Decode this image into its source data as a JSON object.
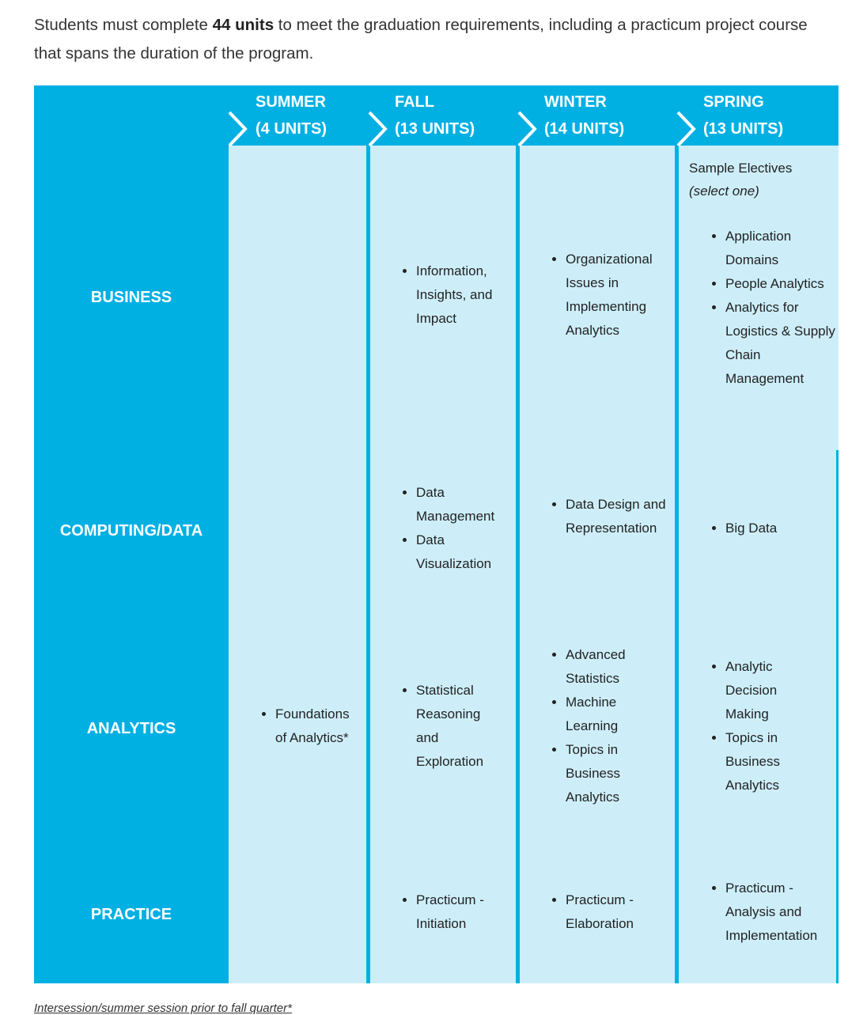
{
  "intro": {
    "prefix": "Students must complete ",
    "units_bold": "44 units",
    "suffix": " to meet the graduation requirements, including a practicum project course that spans the duration of the program."
  },
  "seasons": [
    {
      "name": "SUMMER",
      "units": "(4 UNITS)"
    },
    {
      "name": "FALL",
      "units": "(13 UNITS)"
    },
    {
      "name": "WINTER",
      "units": "(14 UNITS)"
    },
    {
      "name": "SPRING",
      "units": "(13 UNITS)"
    }
  ],
  "rows": [
    {
      "label": "BUSINESS"
    },
    {
      "label": "COMPUTING/DATA"
    },
    {
      "label": "ANALYTICS"
    },
    {
      "label": "PRACTICE"
    }
  ],
  "spring_electives": {
    "title": "Sample Electives",
    "note": "(select one)"
  },
  "cells": {
    "business": {
      "fall": [
        "Information, Insights, and Impact"
      ],
      "winter": [
        "Organizational Issues in Implementing Analytics"
      ],
      "spring": [
        "Application Domains",
        "People Analytics",
        "Analytics for Logistics & Supply Chain Management"
      ]
    },
    "computing": {
      "fall": [
        "Data Management",
        "Data Visualization"
      ],
      "winter": [
        "Data Design and Representation"
      ],
      "spring": [
        "Big Data"
      ]
    },
    "analytics": {
      "summer": [
        "Foundations of Analytics*"
      ],
      "fall": [
        "Statistical Reasoning and Exploration"
      ],
      "winter": [
        "Advanced Statistics",
        "Machine Learning",
        "Topics in Business Analytics"
      ],
      "spring": [
        "Analytic Decision Making",
        "Topics in Business Analytics"
      ]
    },
    "practice": {
      "fall": [
        "Practicum - Initiation"
      ],
      "winter": [
        "Practicum - Elaboration"
      ],
      "spring": [
        "Practicum - Analysis and Implementation"
      ]
    }
  },
  "footnote": "Intersession/summer session prior to fall quarter*",
  "colors": {
    "brand_blue": "#00b0e3",
    "cell_light_blue": "#cdeef9"
  }
}
